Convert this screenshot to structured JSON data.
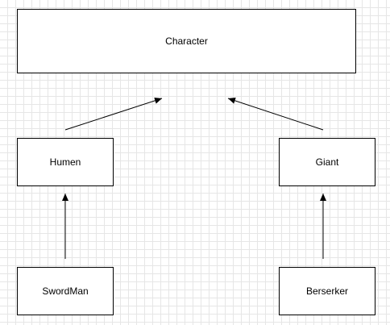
{
  "diagram": {
    "nodes": [
      {
        "id": "character",
        "label": "Character"
      },
      {
        "id": "humen",
        "label": "Humen"
      },
      {
        "id": "giant",
        "label": "Giant"
      },
      {
        "id": "swordman",
        "label": "SwordMan"
      },
      {
        "id": "berserker",
        "label": "Berserker"
      }
    ],
    "edges": [
      {
        "from": "humen",
        "to": "character"
      },
      {
        "from": "giant",
        "to": "character"
      },
      {
        "from": "swordman",
        "to": "humen"
      },
      {
        "from": "berserker",
        "to": "giant"
      }
    ],
    "colors": {
      "stroke": "#000000",
      "fill": "#ffffff",
      "grid": "#e6e6e6"
    }
  }
}
